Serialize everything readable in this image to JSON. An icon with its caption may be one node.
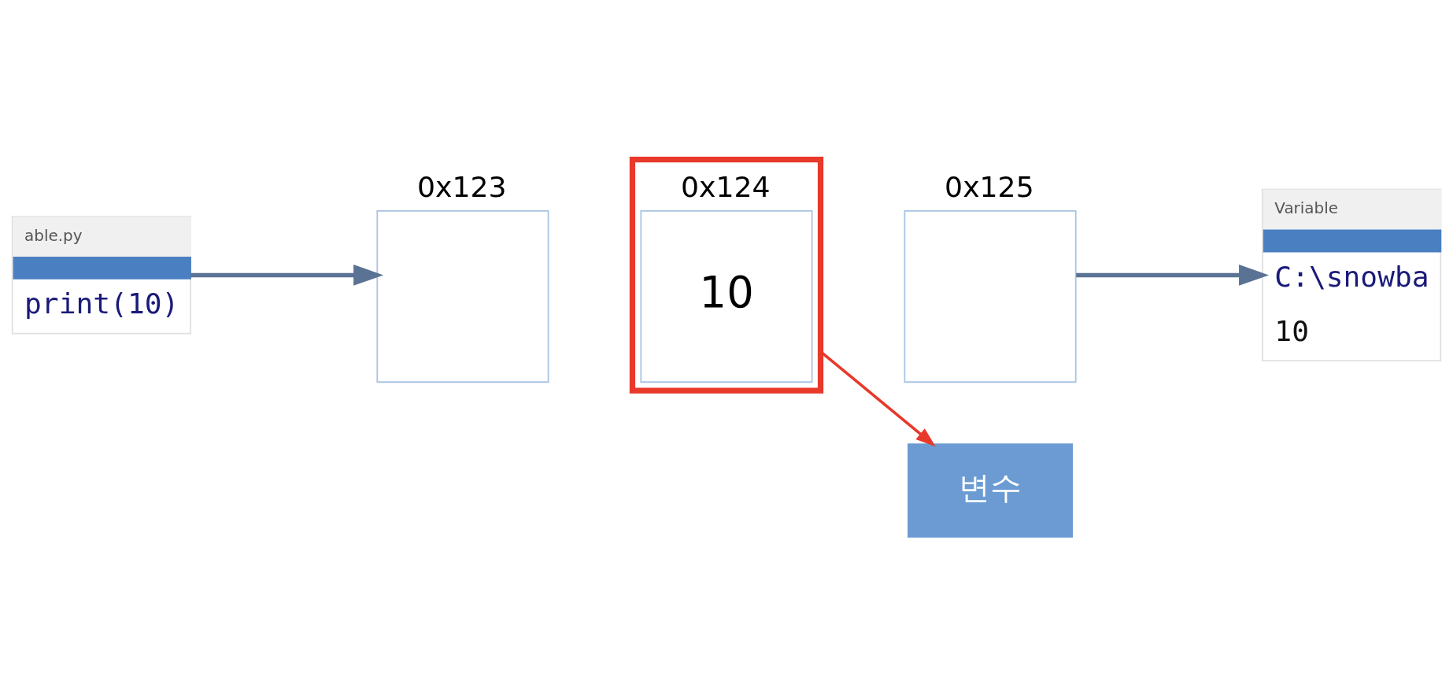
{
  "diagram": {
    "nodes": [
      {
        "text": [
          "able.py",
          "print(10)"
        ]
      },
      {
        "text": [],
        "shape": "box",
        "beside": [
          "0x123"
        ]
      },
      {
        "text": [],
        "shape": "box"
      },
      {
        "text": [
          "10"
        ],
        "in": 2,
        "beside": [
          "0x124"
        ]
      },
      {
        "text": [],
        "shape": "box",
        "beside": [
          "0x125"
        ]
      },
      {
        "text": [
          "Variable",
          "C:\\snowba",
          "10"
        ]
      },
      {
        "text": [
          "변수"
        ]
      }
    ],
    "edges": [
      {
        "from": 0,
        "to": 1,
        "arrow": "to"
      },
      {
        "from": 4,
        "to": 5,
        "arrow": "to"
      },
      {
        "from": 2,
        "to": 6,
        "arrow": "to",
        "color": "#e8392a"
      }
    ]
  }
}
